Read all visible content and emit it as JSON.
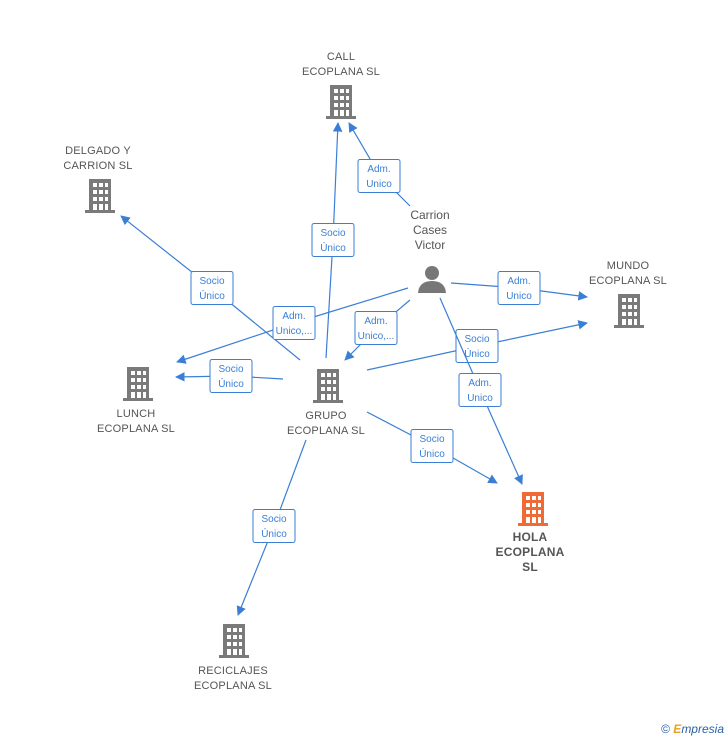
{
  "colors": {
    "edge": "#3a7fd5",
    "building": "#7a7a7a",
    "building_target": "#f06a35",
    "person": "#777777",
    "label": "#555555"
  },
  "person": {
    "id": "carrion",
    "lines": [
      "Carrion",
      "Cases",
      "Victor"
    ],
    "icon": "person-icon"
  },
  "nodes": [
    {
      "id": "call",
      "lines": [
        "CALL",
        "ECOPLANA SL"
      ],
      "target": false
    },
    {
      "id": "delgado",
      "lines": [
        "DELGADO Y",
        "CARRION SL"
      ],
      "target": false
    },
    {
      "id": "mundo",
      "lines": [
        "MUNDO",
        "ECOPLANA  SL"
      ],
      "target": false
    },
    {
      "id": "lunch",
      "lines": [
        "LUNCH",
        "ECOPLANA  SL"
      ],
      "target": false
    },
    {
      "id": "grupo",
      "lines": [
        "GRUPO",
        "ECOPLANA  SL"
      ],
      "target": false
    },
    {
      "id": "hola",
      "lines": [
        "HOLA",
        "ECOPLANA",
        "SL"
      ],
      "target": true
    },
    {
      "id": "reciclajes",
      "lines": [
        "RECICLAJES",
        "ECOPLANA SL"
      ],
      "target": false
    }
  ],
  "edges": [
    {
      "id": "carrion-call",
      "lines": [
        "Adm.",
        "Unico"
      ]
    },
    {
      "id": "grupo-call",
      "lines": [
        "Socio",
        "Único"
      ]
    },
    {
      "id": "grupo-delgado",
      "lines": [
        "Socio",
        "Único"
      ]
    },
    {
      "id": "carrion-lunch",
      "lines": [
        "Adm.",
        "Unico,..."
      ]
    },
    {
      "id": "carrion-grupo",
      "lines": [
        "Adm.",
        "Unico,..."
      ]
    },
    {
      "id": "carrion-mundo",
      "lines": [
        "Adm.",
        "Unico"
      ]
    },
    {
      "id": "grupo-mundo",
      "lines": [
        "Socio",
        "Único"
      ]
    },
    {
      "id": "carrion-hola",
      "lines": [
        "Adm.",
        "Unico"
      ]
    },
    {
      "id": "grupo-lunch",
      "lines": [
        "Socio",
        "Único"
      ]
    },
    {
      "id": "grupo-hola",
      "lines": [
        "Socio",
        "Único"
      ]
    },
    {
      "id": "grupo-reciclajes",
      "lines": [
        "Socio",
        "Único"
      ]
    }
  ],
  "footer": {
    "copyright": "©",
    "brand_first": "E",
    "brand_rest": "mpresia"
  }
}
